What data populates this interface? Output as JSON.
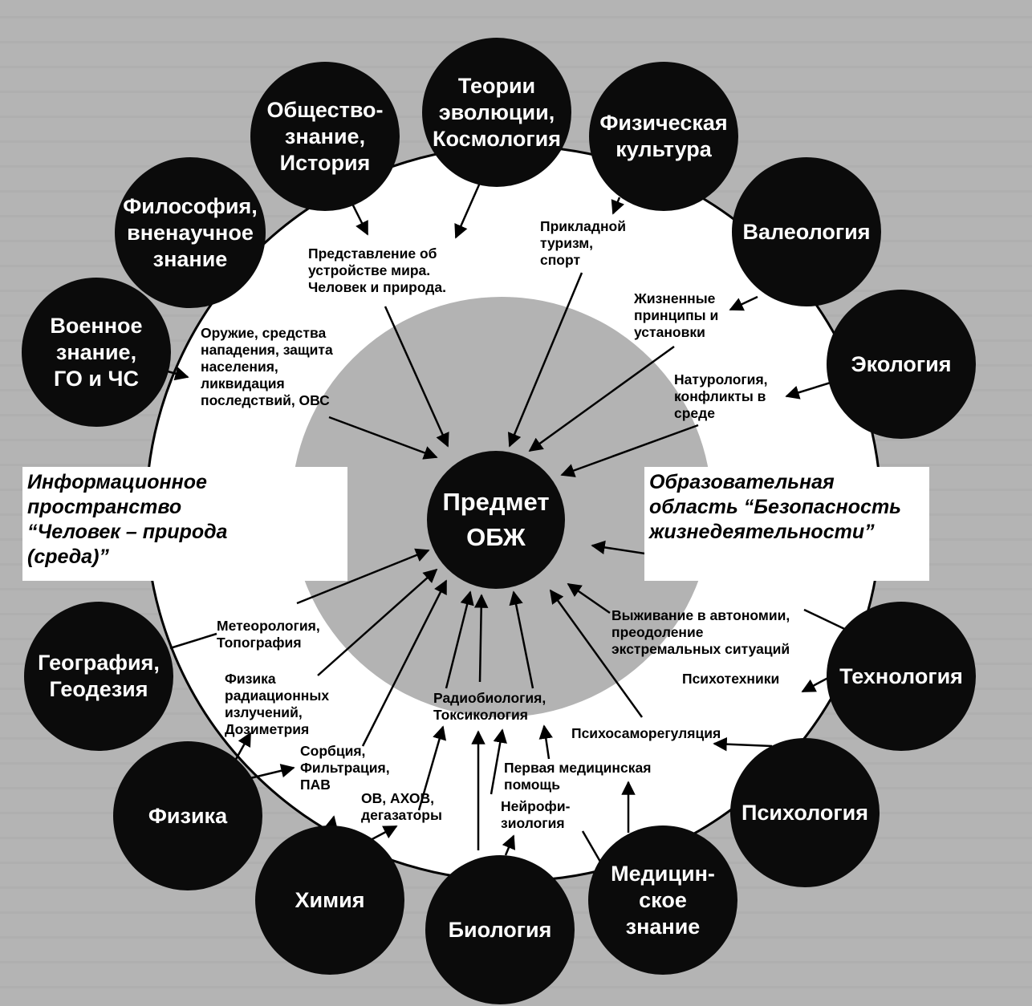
{
  "center": {
    "label": "Предмет\nОБЖ"
  },
  "nodes": [
    {
      "id": "theories",
      "label": "Теории\nэволюции,\nКосмология"
    },
    {
      "id": "social",
      "label": "Общество-\nзнание,\nИстория"
    },
    {
      "id": "physical",
      "label": "Физическая\nкультура"
    },
    {
      "id": "philosophy",
      "label": "Философия,\nвненаучное\nзнание"
    },
    {
      "id": "valeology",
      "label": "Валеология"
    },
    {
      "id": "military",
      "label": "Военное\nзнание,\nГО и ЧС"
    },
    {
      "id": "ecology",
      "label": "Экология"
    },
    {
      "id": "geography",
      "label": "География,\nГеодезия"
    },
    {
      "id": "technology",
      "label": "Технология"
    },
    {
      "id": "psychology",
      "label": "Психология"
    },
    {
      "id": "physics",
      "label": "Физика"
    },
    {
      "id": "chemistry",
      "label": "Химия"
    },
    {
      "id": "biology",
      "label": "Биология"
    },
    {
      "id": "medical",
      "label": "Медицин-\nское\nзнание"
    }
  ],
  "labels": [
    {
      "id": "world",
      "text": "Представление об\nустройстве мира.\nЧеловек и природа."
    },
    {
      "id": "tourism",
      "text": "Прикладной\nтуризм,\nспорт"
    },
    {
      "id": "principles",
      "text": "Жизненные\nпринципы и\nустановки"
    },
    {
      "id": "naturology",
      "text": "Натурология,\nконфликты в\nсреде"
    },
    {
      "id": "weapons",
      "text": "Оружие, средства\nнападения, защита\nнаселения,\nликвидация\nпоследствий, ОВС"
    },
    {
      "id": "survival",
      "text": "Выживание в автономии,\nпреодоление\nэкстремальных ситуаций"
    },
    {
      "id": "psychotech",
      "text": "Психотехники"
    },
    {
      "id": "meteo",
      "text": "Метеорология,\nТопография"
    },
    {
      "id": "radphys",
      "text": "Физика\nрадиационных\nизлучений,\nДозиметрия"
    },
    {
      "id": "radbio",
      "text": "Радиобиология,\nТоксикология"
    },
    {
      "id": "selfreg",
      "text": "Психосаморегуляция"
    },
    {
      "id": "sorption",
      "text": "Сорбция,\nФильтрация,\nПАВ"
    },
    {
      "id": "firstaid",
      "text": "Первая медицинская\nпомощь"
    },
    {
      "id": "ov",
      "text": "ОВ, АХОВ,\nдегазаторы"
    },
    {
      "id": "neuro",
      "text": "Нейрофи-\nзиология"
    }
  ],
  "side_boxes": {
    "left": "Информационное\nпространство\n“Человек – природа\n(среда)”",
    "right": "Образовательная\nобласть “Безопасность\nжизнедеятельности”"
  }
}
